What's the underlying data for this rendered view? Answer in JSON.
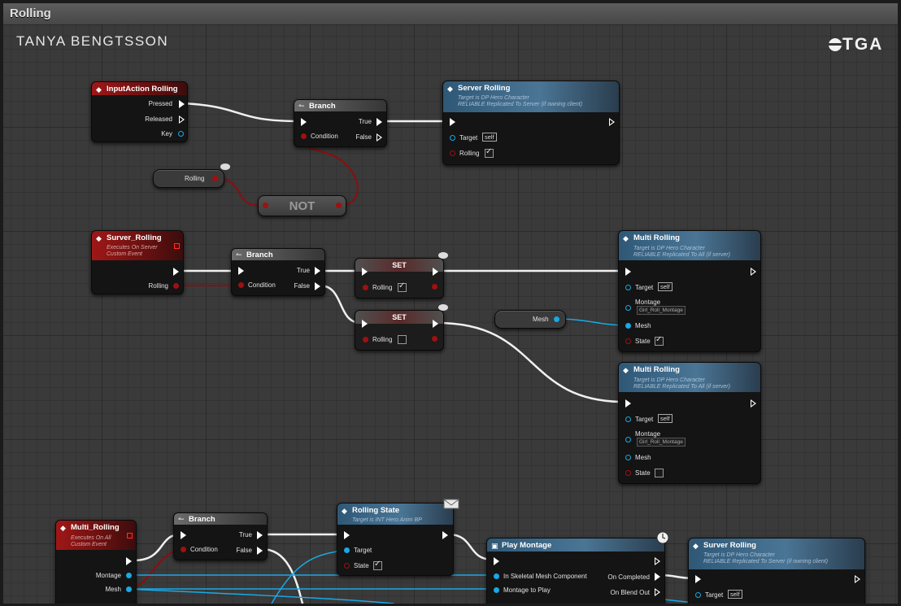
{
  "window": {
    "title": "Rolling"
  },
  "author": "TANYA BENGTSSON",
  "logo": {
    "text": "TGA"
  },
  "nodes": {
    "input_action": {
      "title": "InputAction Rolling",
      "pins": [
        "Pressed",
        "Released",
        "Key"
      ]
    },
    "branch1": {
      "title": "Branch",
      "condition": "Condition",
      "true": "True",
      "false": "False"
    },
    "server_rolling1": {
      "title": "Server Rolling",
      "sub1": "Target is DP Hero Character",
      "sub2": "RELIABLE Replicated To Server (if owning client)",
      "target": "Target",
      "target_val": "self",
      "rolling": "Rolling"
    },
    "rolling_var": {
      "label": "Rolling"
    },
    "not_node": {
      "label": "NOT"
    },
    "survers_event": {
      "title": "Surver_Rolling",
      "sub1": "Executes On Server",
      "sub2": "Custom Event",
      "pin": "Rolling"
    },
    "branch2": {
      "title": "Branch",
      "condition": "Condition",
      "true": "True",
      "false": "False"
    },
    "set1": {
      "title": "SET",
      "pin": "Rolling"
    },
    "set2": {
      "title": "SET",
      "pin": "Rolling"
    },
    "mesh_var": {
      "label": "Mesh"
    },
    "multi_rolling1": {
      "title": "Multi Rolling",
      "sub1": "Target is DP Hero Character",
      "sub2": "RELIABLE Replicated To All (if server)",
      "target": "Target",
      "target_val": "self",
      "montage": "Montage",
      "montage_val": "Girl_Roll_Montage",
      "mesh": "Mesh",
      "state": "State"
    },
    "multi_rolling2": {
      "title": "Multi Rolling",
      "sub1": "Target is DP Hero Character",
      "sub2": "RELIABLE Replicated To All (if server)",
      "target": "Target",
      "target_val": "self",
      "montage": "Montage",
      "montage_val": "Girl_Roll_Montage",
      "mesh": "Mesh",
      "state": "State"
    },
    "multi_event": {
      "title": "Multi_Rolling",
      "sub1": "Executes On All",
      "sub2": "Custom Event",
      "pins": [
        "Montage",
        "Mesh"
      ]
    },
    "branch3": {
      "title": "Branch",
      "condition": "Condition",
      "true": "True",
      "false": "False"
    },
    "rolling_state": {
      "title": "Rolling State",
      "sub1": "Target is INT Hero Anim BP",
      "target": "Target",
      "state": "State"
    },
    "play_montage": {
      "title": "Play Montage",
      "pin1": "In Skeletal Mesh Component",
      "pin2": "Montage to Play",
      "out1": "On Completed",
      "out2": "On Blend Out"
    },
    "server_rolling2": {
      "title": "Surver Rolling",
      "sub1": "Target is DP Hero Character",
      "sub2": "RELIABLE Replicated To Server (if owning client)",
      "target": "Target",
      "target_val": "self"
    }
  },
  "colors": {
    "exec": "#ffffff",
    "bool": "#a01010",
    "object": "#19a8e6",
    "event_header": "#a01717",
    "function_header": "#4a7595"
  }
}
